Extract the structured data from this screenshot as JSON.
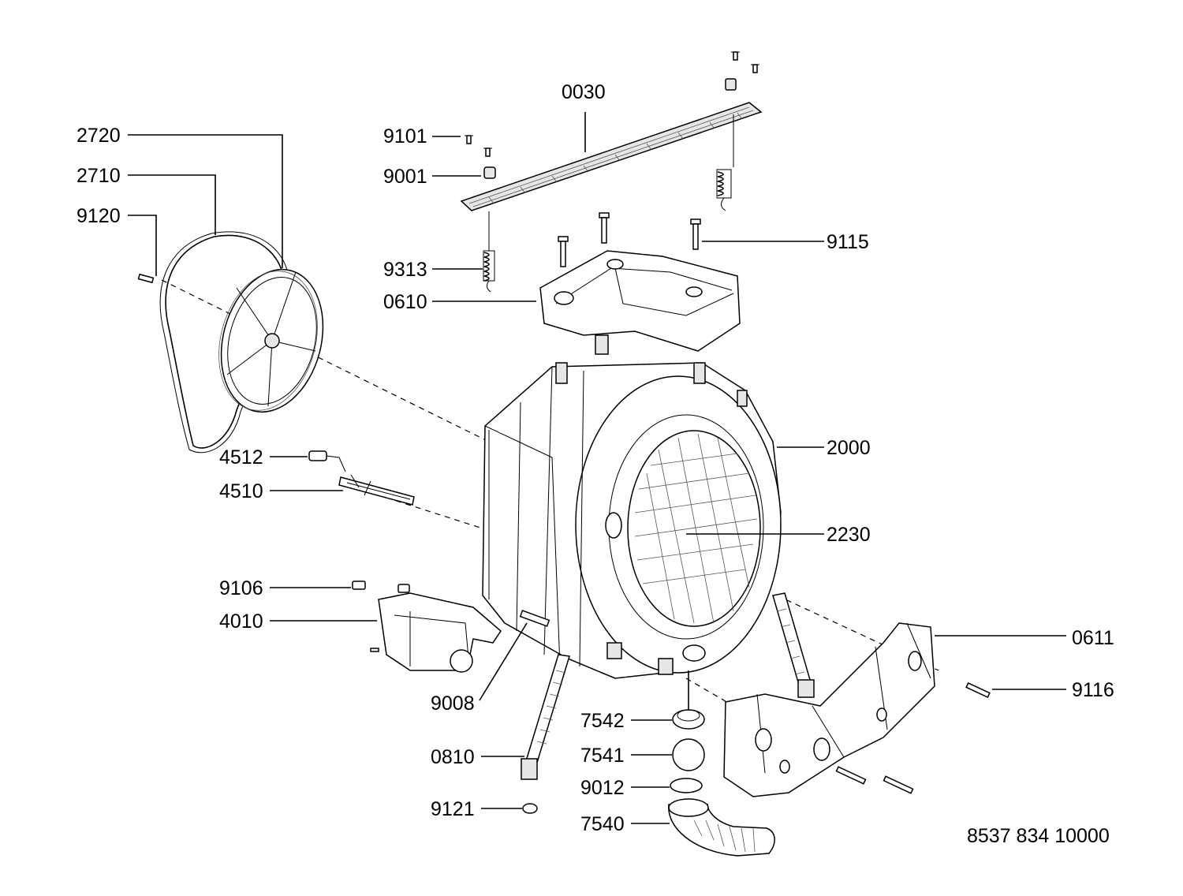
{
  "diagram": {
    "labels": {
      "p0030": "0030",
      "p9101": "9101",
      "p9001": "9001",
      "p9313": "9313",
      "p0610": "0610",
      "p9115": "9115",
      "p2720": "2720",
      "p2710": "2710",
      "p9120": "9120",
      "p2000": "2000",
      "p2230": "2230",
      "p4512": "4512",
      "p4510": "4510",
      "p9106": "9106",
      "p4010": "4010",
      "p9008": "9008",
      "p0810": "0810",
      "p9121": "9121",
      "p7542": "7542",
      "p7541": "7541",
      "p9012": "9012",
      "p7540": "7540",
      "p0611": "0611",
      "p9116": "9116"
    },
    "drawing_number": "8537 834 10000"
  }
}
